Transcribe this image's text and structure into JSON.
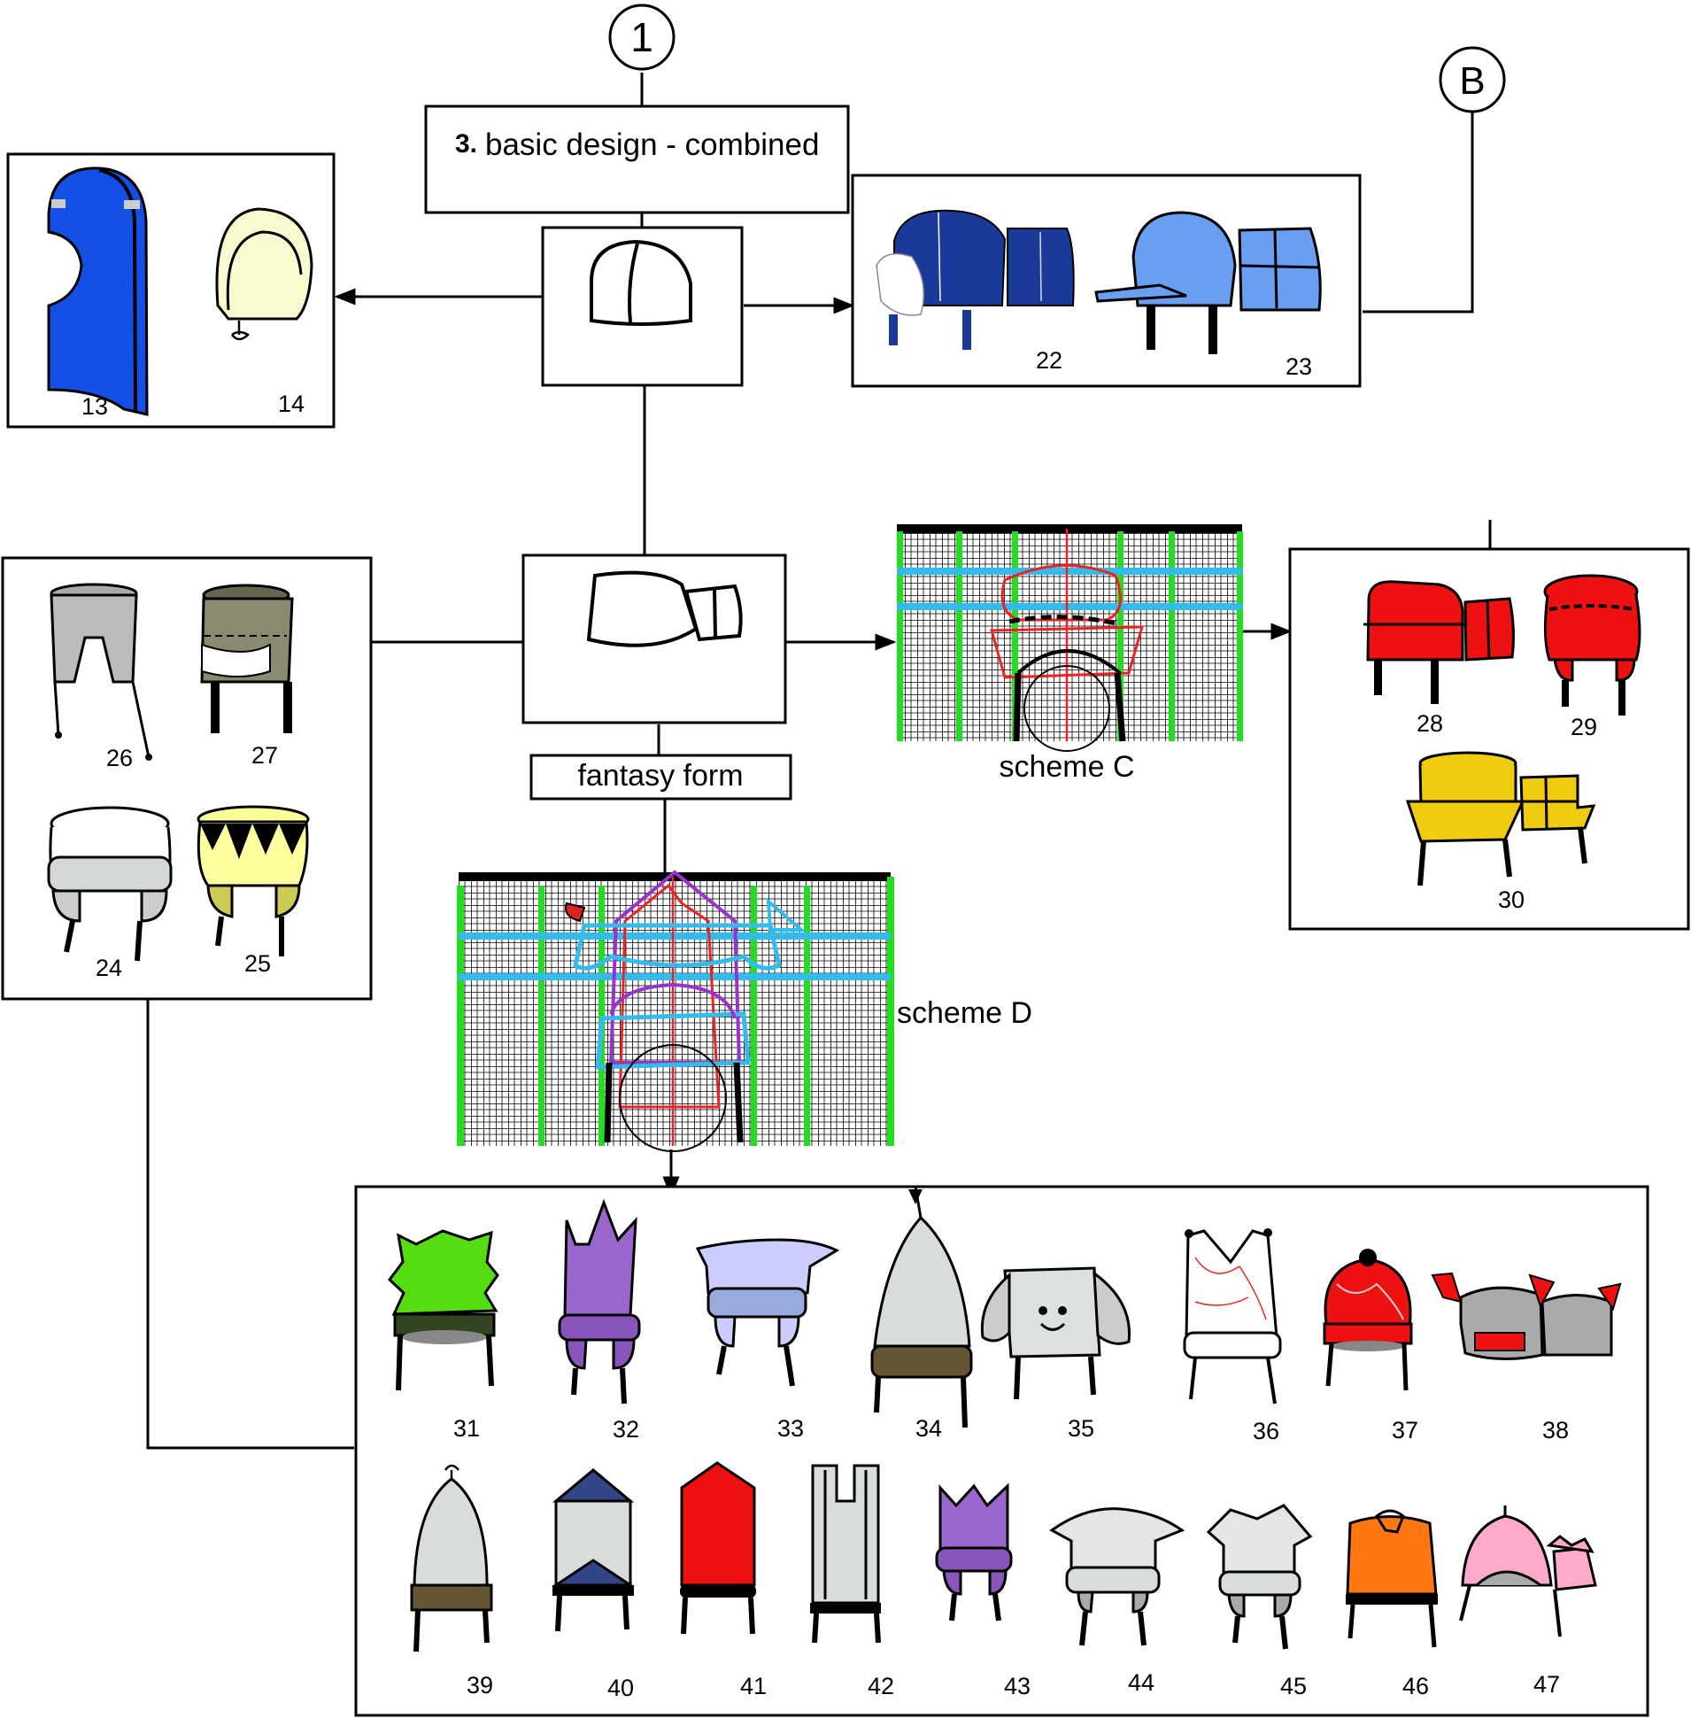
{
  "header": {
    "circle_1": "1",
    "circle_b": "B",
    "title_number": "3.",
    "title_text": "basic design - combined"
  },
  "labels": {
    "fantasy_form": "fantasy form",
    "scheme_c": "scheme C",
    "scheme_d": "scheme D"
  },
  "numbers": {
    "n13": "13",
    "n14": "14",
    "n22": "22",
    "n23": "23",
    "n24": "24",
    "n25": "25",
    "n26": "26",
    "n27": "27",
    "n28": "28",
    "n29": "29",
    "n30": "30",
    "n31": "31",
    "n32": "32",
    "n33": "33",
    "n34": "34",
    "n35": "35",
    "n36": "36",
    "n37": "37",
    "n38": "38",
    "n39": "39",
    "n40": "40",
    "n41": "41",
    "n42": "42",
    "n43": "43",
    "n44": "44",
    "n45": "45",
    "n46": "46",
    "n47": "47"
  },
  "colors": {
    "blue_hood": "#1450e6",
    "navy_cap": "#1a3a9a",
    "light_blue_cap": "#6a9ef0",
    "red_hat": "#ee1111",
    "yellow_hat": "#f0cc10",
    "grid_green": "#22dd22",
    "grid_cyan": "#33bbee",
    "grid_red": "#ee2222",
    "grid_purple": "#9933cc"
  }
}
